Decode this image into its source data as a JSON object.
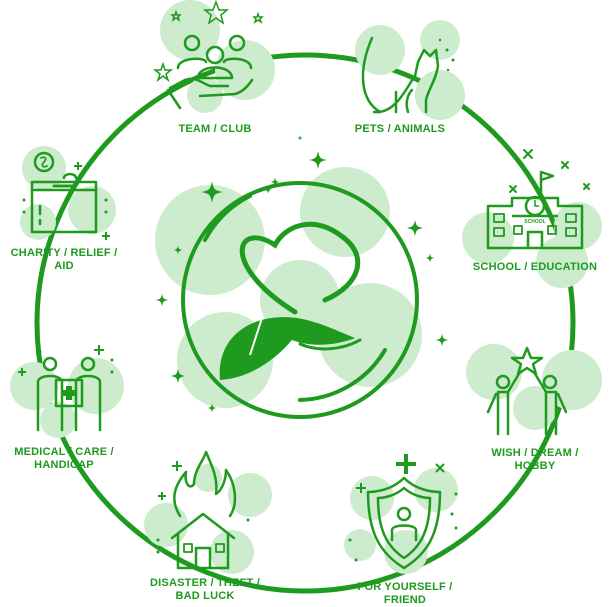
{
  "colors": {
    "primary": "#1e9a1e",
    "light": "#cdebcd",
    "background": "#ffffff"
  },
  "center": {
    "icon": "heart-hand-icon"
  },
  "categories": [
    {
      "id": "team-club",
      "icon": "people-hand-icon",
      "label_lines": [
        "TEAM / CLUB"
      ]
    },
    {
      "id": "pets-animals",
      "icon": "cat-icon",
      "label_lines": [
        "PETS / ANIMALS"
      ]
    },
    {
      "id": "school-education",
      "icon": "school-building-icon",
      "label_lines": [
        "SCHOOL / EDUCATION"
      ]
    },
    {
      "id": "wish-dream-hobby",
      "icon": "star-reach-icon",
      "label_lines": [
        "WISH / DREAM /",
        "HOBBY"
      ]
    },
    {
      "id": "for-yourself-friend",
      "icon": "shield-person-icon",
      "label_lines": [
        "FOR YOURSELF /",
        "FRIEND"
      ]
    },
    {
      "id": "disaster-theft-badluck",
      "icon": "burning-house-icon",
      "label_lines": [
        "DISASTER / THEFT /",
        "BAD LUCK"
      ]
    },
    {
      "id": "medical-care-handicap",
      "icon": "medical-people-icon",
      "label_lines": [
        "MEDICAL / CARE /",
        "HANDICAP"
      ]
    },
    {
      "id": "charity-relief-aid",
      "icon": "donation-box-icon",
      "label_lines": [
        "CHARITY / RELIEF /",
        "AID"
      ]
    }
  ]
}
